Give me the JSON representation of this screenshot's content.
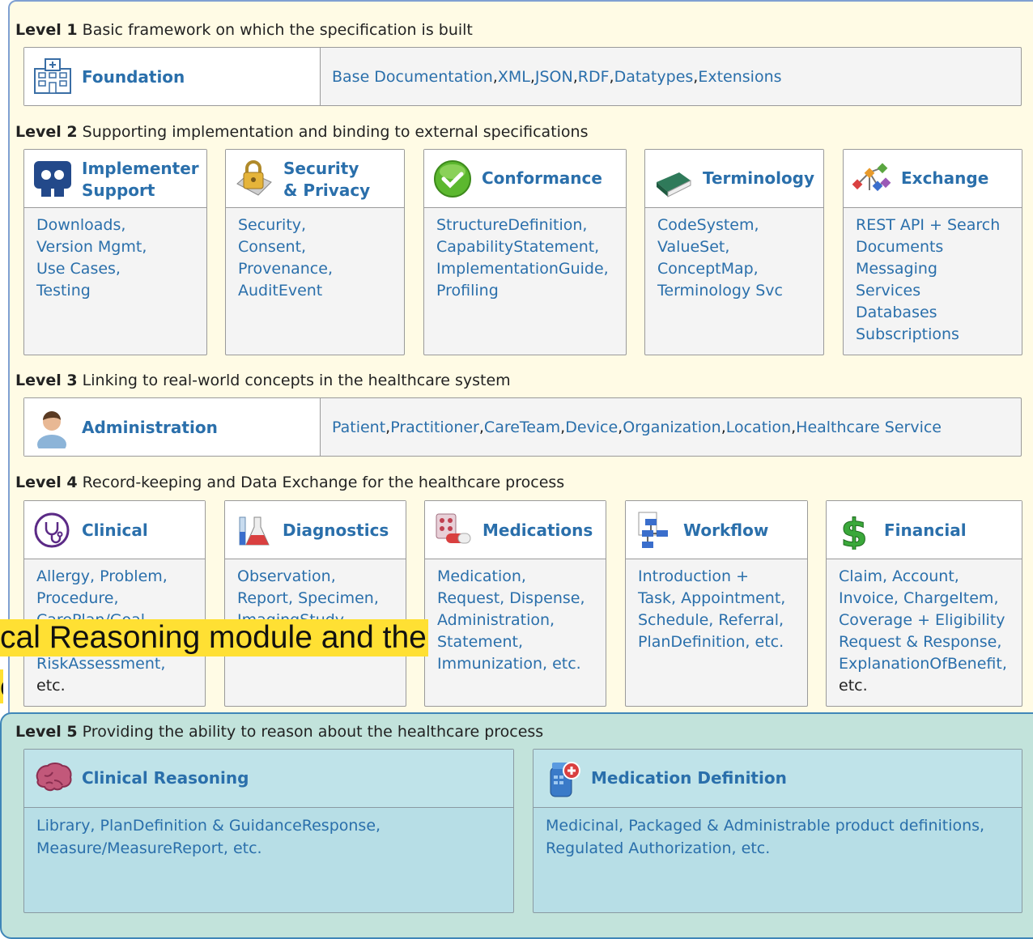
{
  "levels": [
    {
      "label": "Level 1",
      "desc": "Basic framework on which the specification is built"
    },
    {
      "label": "Level 2",
      "desc": "Supporting implementation and binding to external specifications"
    },
    {
      "label": "Level 3",
      "desc": "Linking to real-world concepts in the healthcare system"
    },
    {
      "label": "Level 4",
      "desc": "Record-keeping and Data Exchange for the healthcare process"
    },
    {
      "label": "Level 5",
      "desc": "Providing the ability to reason about the healthcare process"
    }
  ],
  "foundation": {
    "name": "Foundation",
    "items": [
      "Base Documentation",
      ", ",
      "XML",
      ", ",
      "JSON",
      ", ",
      "RDF",
      ", ",
      "Datatypes",
      ", ",
      "Extensions"
    ]
  },
  "l2": [
    {
      "name1": "Implementer",
      "name2": "Support",
      "lines": [
        "Downloads,",
        "Version Mgmt,",
        "Use Cases,",
        "Testing"
      ]
    },
    {
      "name1": "Security",
      "name2": "& Privacy",
      "lines": [
        "Security,",
        "Consent,",
        "Provenance,",
        "AuditEvent"
      ]
    },
    {
      "name1": "Conformance",
      "name2": "",
      "lines": [
        "StructureDefinition,",
        "CapabilityStatement,",
        "ImplementationGuide,",
        "Profiling"
      ]
    },
    {
      "name1": "Terminology",
      "name2": "",
      "lines": [
        "CodeSystem,",
        "ValueSet,",
        "ConceptMap,",
        "Terminology Svc"
      ]
    },
    {
      "name1": "Exchange",
      "name2": "",
      "lines": [
        "REST API + Search",
        "Documents",
        "Messaging",
        "Services",
        "Databases",
        "Subscriptions"
      ]
    }
  ],
  "administration": {
    "name": "Administration",
    "items": [
      "Patient",
      ", ",
      "Practitioner",
      ", ",
      "CareTeam",
      ", ",
      "Device",
      ", ",
      "Organization",
      ", ",
      "Location",
      ", ",
      "Healthcare Service"
    ]
  },
  "l4": [
    {
      "name": "Clinical",
      "lines": [
        "Allergy, Problem,",
        "Procedure,",
        "CarePlan/Goal,",
        "",
        "RiskAssessment,",
        "etc."
      ]
    },
    {
      "name": "Diagnostics",
      "lines": [
        "Observation,",
        "Report, Specimen,",
        "ImagingStudy,"
      ]
    },
    {
      "name": "Medications",
      "lines": [
        "Medication,",
        "Request, Dispense,",
        "Administration,",
        "Statement,",
        "Immunization, etc."
      ]
    },
    {
      "name": "Workflow",
      "lines": [
        "Introduction +",
        "Task, Appointment,",
        "Schedule, Referral,",
        "PlanDefinition, etc."
      ]
    },
    {
      "name": "Financial",
      "lines": [
        "Claim, Account,",
        "Invoice, ChargeItem,",
        "Coverage + Eligibility",
        "Request & Response,",
        "ExplanationOfBenefit,",
        "etc."
      ]
    }
  ],
  "l5": [
    {
      "name": "Clinical Reasoning",
      "line1": "Library, PlanDefinition & GuidanceResponse,",
      "line2": "Measure/MeasureReport, etc."
    },
    {
      "name": "Medication Definition",
      "line1": "Medicinal, Packaged & Administrable product definitions,",
      "line2": "Regulated Authorization, etc."
    }
  ],
  "caption": "cal Reasoning module and the",
  "caption2": "e"
}
